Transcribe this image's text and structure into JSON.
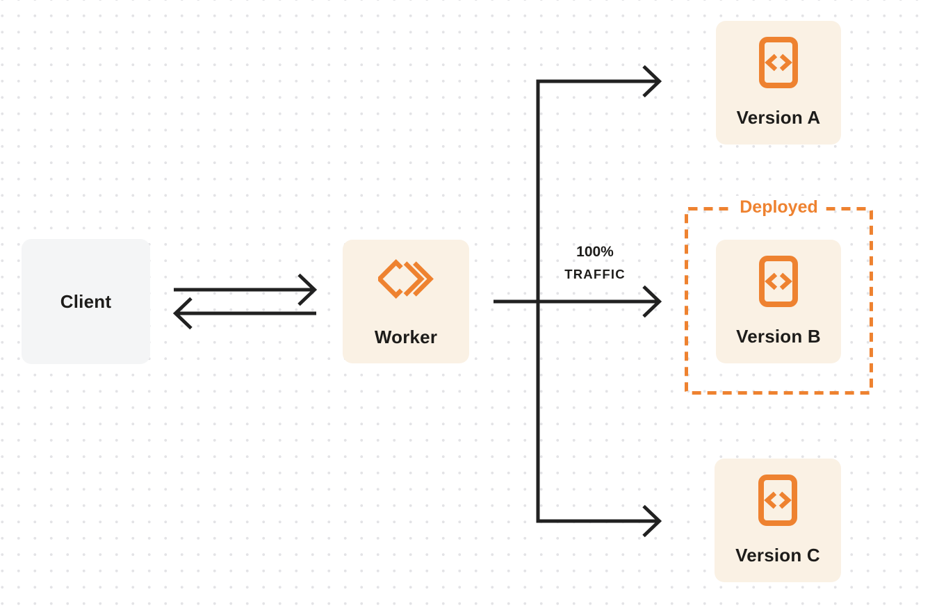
{
  "colors": {
    "orange": "#ee8230",
    "cream": "#faf1e4",
    "client_bg": "#f4f5f6",
    "line": "#212121",
    "text": "#1d1c1a",
    "dot": "#e3e3e6"
  },
  "nodes": {
    "client": {
      "label": "Client"
    },
    "worker": {
      "label": "Worker",
      "icon": "cloudflare-workers-logo-icon"
    },
    "version_a": {
      "label": "Version A",
      "icon": "code-file-icon"
    },
    "version_b": {
      "label": "Version B",
      "icon": "code-file-icon"
    },
    "version_c": {
      "label": "Version C",
      "icon": "code-file-icon"
    }
  },
  "group": {
    "label": "Deployed"
  },
  "edges": {
    "client_worker": "bidirectional",
    "traffic_label": {
      "line1": "100%",
      "line2": "TRAFFIC"
    }
  }
}
